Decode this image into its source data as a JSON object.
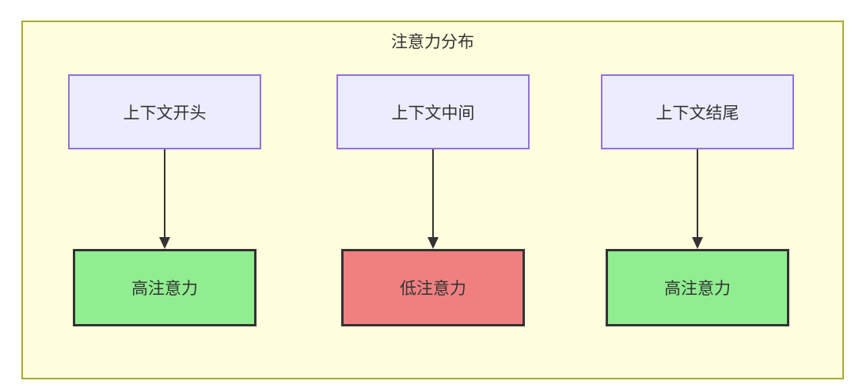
{
  "diagram": {
    "title": "注意力分布",
    "colors": {
      "container_fill": "#ffffde",
      "container_border": "#aaaa33",
      "context_fill": "#ececff",
      "context_border": "#9370db",
      "high_attention_fill": "#90ee90",
      "low_attention_fill": "#f08080",
      "node_border_dark": "#333333",
      "arrow": "#333333",
      "text": "#333333"
    },
    "columns": [
      {
        "top": {
          "label": "上下文开头"
        },
        "bottom": {
          "label": "高注意力",
          "level": "high"
        }
      },
      {
        "top": {
          "label": "上下文中间"
        },
        "bottom": {
          "label": "低注意力",
          "level": "low"
        }
      },
      {
        "top": {
          "label": "上下文结尾"
        },
        "bottom": {
          "label": "高注意力",
          "level": "high"
        }
      }
    ]
  }
}
